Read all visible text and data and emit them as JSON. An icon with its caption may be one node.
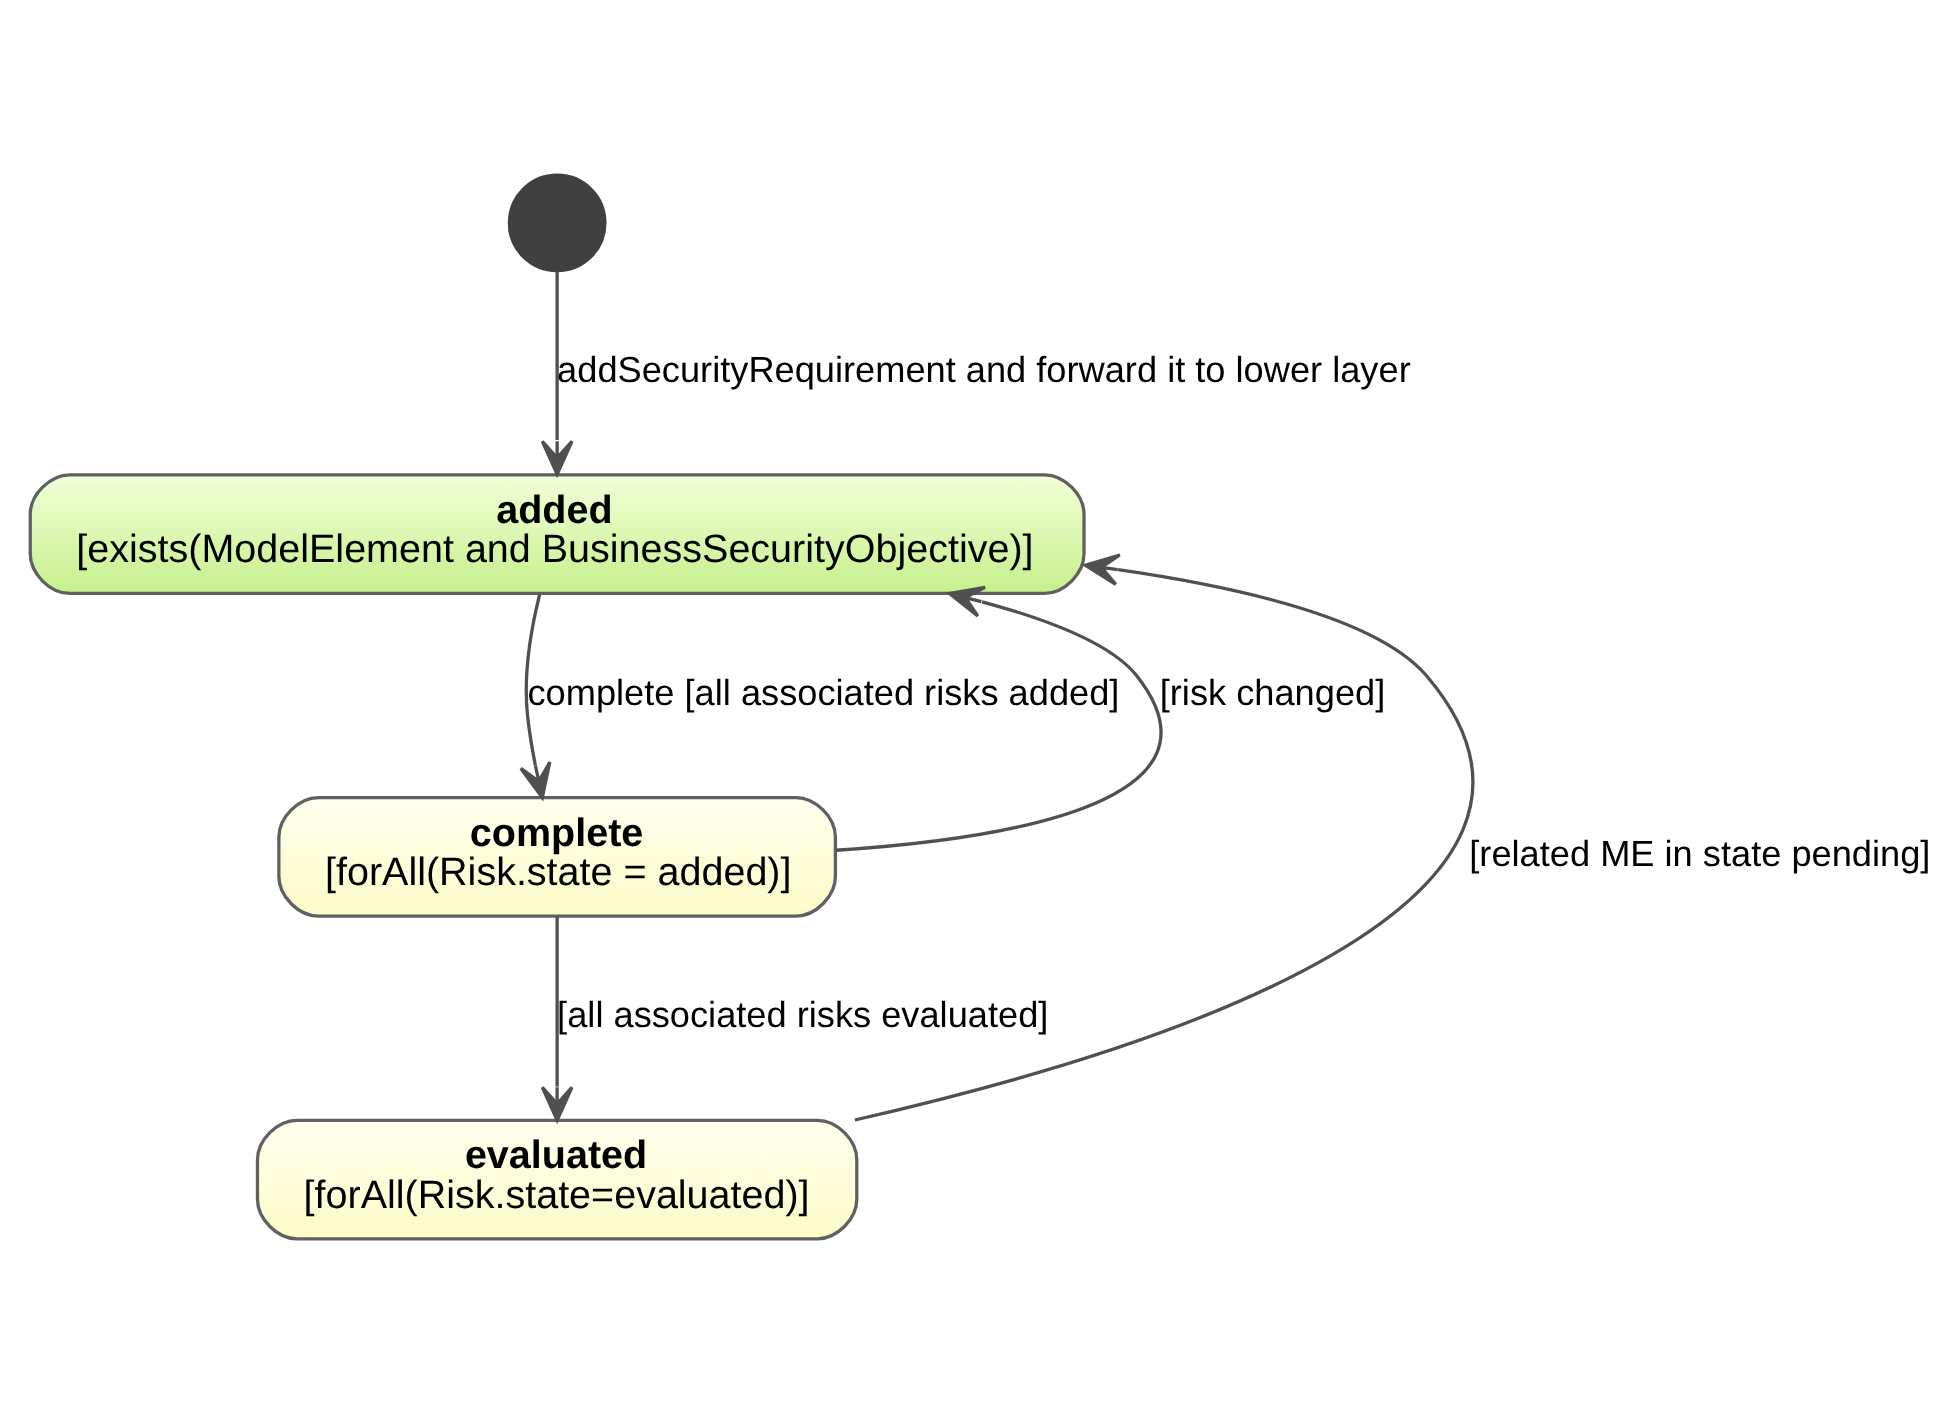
{
  "diagram": {
    "nodes": [
      {
        "text": [],
        "shape": "circle"
      },
      {
        "text": [
          "added",
          "[exists(ModelElement and BusinessSecurityObjective)]"
        ]
      },
      {
        "text": [
          "complete",
          "[forAll(Risk.state = added)]"
        ]
      },
      {
        "text": [
          "evaluated",
          "[forAll(Risk.state=evaluated)]"
        ]
      }
    ],
    "edges": [
      {
        "from": 0,
        "to": 1,
        "arrow": "to",
        "label": "addSecurityRequirement and forward it to lower layer"
      },
      {
        "from": 1,
        "to": 2,
        "arrow": "to",
        "label": "complete [all associated risks added]"
      },
      {
        "from": 2,
        "to": 1,
        "arrow": "to",
        "label": "[risk changed]"
      },
      {
        "from": 2,
        "to": 3,
        "arrow": "to",
        "label": "[all associated risks evaluated]"
      },
      {
        "from": 3,
        "to": 1,
        "arrow": "to",
        "label": "[related ME in state pending]"
      }
    ]
  }
}
